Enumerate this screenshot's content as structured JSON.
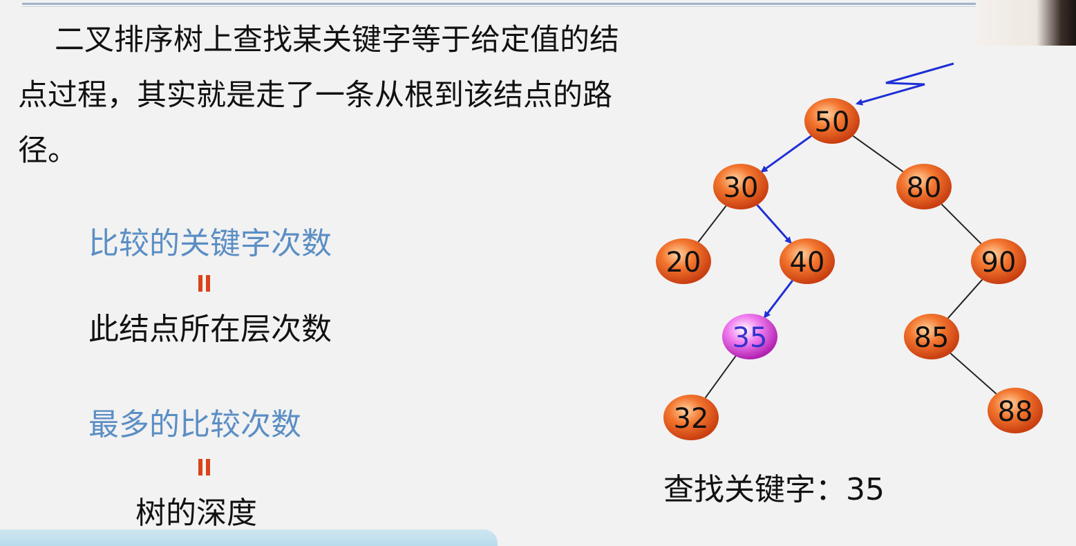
{
  "description_paragraph": "二叉排序树上查找某关键字等于给定值的结点过程，其实就是走了一条从根到该结点的路径。",
  "relation1": {
    "top": "比较的关键字次数",
    "equals": "=",
    "bottom": "此结点所在层次数"
  },
  "relation2": {
    "top": "最多的比较次数",
    "equals": "=",
    "bottom": "树的深度"
  },
  "search_caption": "查找关键字：35",
  "colors": {
    "node_fill": "#f06a2a",
    "node_highlight": "#cc33cc",
    "search_path": "#1f2fd6",
    "edge": "#222222",
    "label_blue": "#5b8ec4",
    "equals_sign": "#d9441a"
  },
  "tree": {
    "nodes": [
      {
        "id": "n50",
        "key": "50"
      },
      {
        "id": "n30",
        "key": "30"
      },
      {
        "id": "n80",
        "key": "80"
      },
      {
        "id": "n20",
        "key": "20"
      },
      {
        "id": "n40",
        "key": "40"
      },
      {
        "id": "n90",
        "key": "90"
      },
      {
        "id": "n35",
        "key": "35",
        "highlight": true
      },
      {
        "id": "n85",
        "key": "85"
      },
      {
        "id": "n32",
        "key": "32"
      },
      {
        "id": "n88",
        "key": "88"
      }
    ],
    "edges": [
      {
        "from": "n50",
        "to": "n30",
        "search_path": true
      },
      {
        "from": "n50",
        "to": "n80"
      },
      {
        "from": "n30",
        "to": "n20"
      },
      {
        "from": "n30",
        "to": "n40",
        "search_path": true
      },
      {
        "from": "n80",
        "to": "n90"
      },
      {
        "from": "n40",
        "to": "n35",
        "search_path": true
      },
      {
        "from": "n90",
        "to": "n85"
      },
      {
        "from": "n35",
        "to": "n32"
      },
      {
        "from": "n85",
        "to": "n88"
      }
    ]
  }
}
